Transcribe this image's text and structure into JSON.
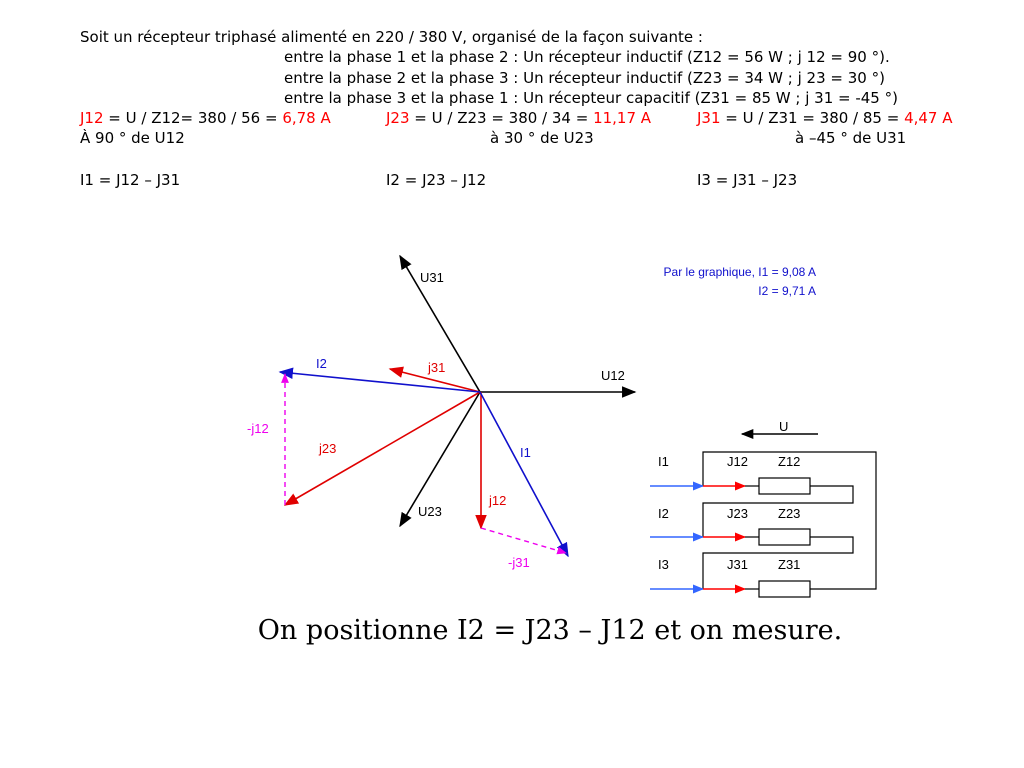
{
  "text": {
    "intro": "Soit un récepteur triphasé alimenté en 220 / 380 V, organisé de la façon suivante :",
    "line_12": "entre la phase 1 et la phase 2 : Un récepteur inductif (Z12 = 56 W ; j 12 = 90 °).",
    "line_23": "entre la phase 2 et la phase 3 : Un récepteur inductif (Z23 = 34 W ; j 23 = 30 °)",
    "line_31": "entre la phase 3 et la phase 1 : Un récepteur capacitif (Z31 = 85 W ; j 31 = -45 °)",
    "j12_name": "J12",
    "j12_formula": " = U / Z12= 380 / 56 = ",
    "j12_value": "6,78 A",
    "j23_name": "J23",
    "j23_formula": " = U / Z23 = 380 / 34 = ",
    "j23_value": "11,17 A",
    "j31_name": "J31",
    "j31_formula": " = U / Z31 = 380 / 85 = ",
    "j31_value": "4,47 A",
    "phase_12": "À 90 ° de U12",
    "phase_23": "à 30 ° de U23",
    "phase_31": "à –45 ° de U31",
    "i1_eq": "I1 = J12 – J31",
    "i2_eq": "I2 = J23 – J12",
    "i3_eq": "I3 = J31 – J23",
    "caption": "On positionne I2 = J23 – J12 et on mesure."
  },
  "diagram": {
    "labels": {
      "u31": "U31",
      "u12": "U12",
      "u23": "U23",
      "i2": "I2",
      "j31": "j31",
      "minus_j12": "-j12",
      "j23": "j23",
      "i1": "I1",
      "j12": "j12",
      "minus_j31": "-j31"
    },
    "result_line1": "Par le graphique, I1 = 9,08 A",
    "result_line2": "I2 = 9,71 A",
    "colors": {
      "black": "#000000",
      "red": "#e00000",
      "blue": "#1010cc",
      "magenta": "#ee00ee"
    }
  },
  "circuit": {
    "u": "U",
    "i1": "I1",
    "i2": "I2",
    "i3": "I3",
    "j12": "J12",
    "j23": "J23",
    "j31": "J31",
    "z12": "Z12",
    "z23": "Z23",
    "z31": "Z31",
    "colors": {
      "wire": "#000000",
      "input_arrow": "#3366ff",
      "current_arrow": "#ff0000"
    }
  }
}
